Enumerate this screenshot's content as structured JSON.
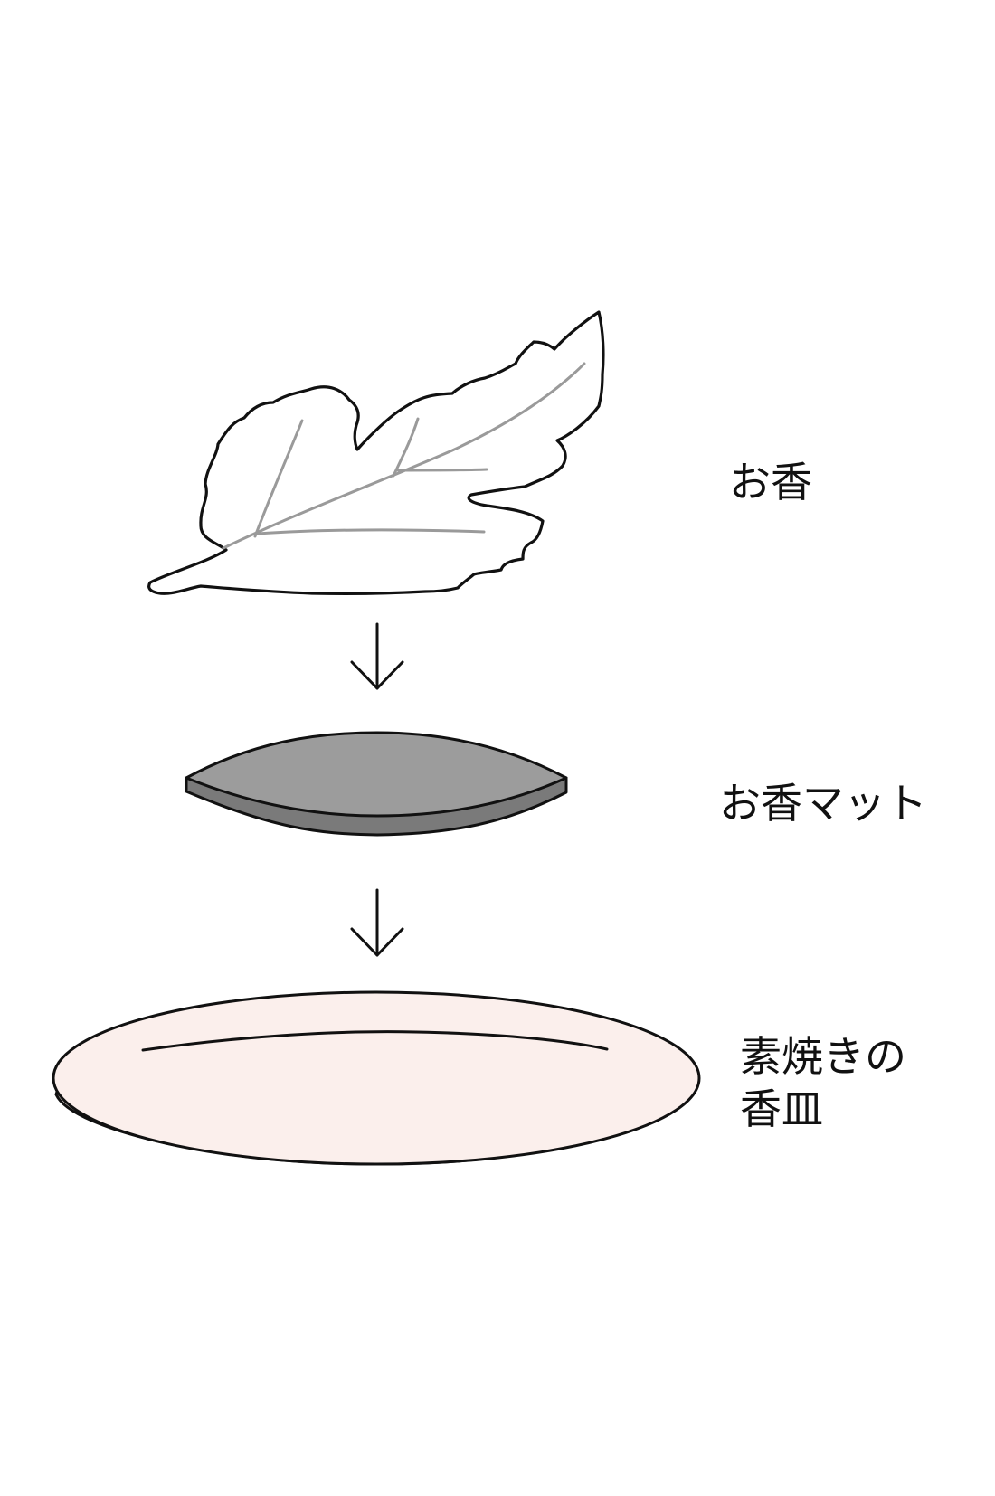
{
  "labels": {
    "incense": "お香",
    "mat": "お香マット",
    "plate_line1": "素焼きの",
    "plate_line2": "香皿"
  },
  "colors": {
    "outline": "#111111",
    "leaf_fill": "#ffffff",
    "leaf_veins": "#9a9a9a",
    "mat_top": "#9c9c9c",
    "mat_side": "#7a7a7a",
    "plate_fill": "#fbefec"
  },
  "icons": {
    "arrow": "down-arrow-icon"
  }
}
